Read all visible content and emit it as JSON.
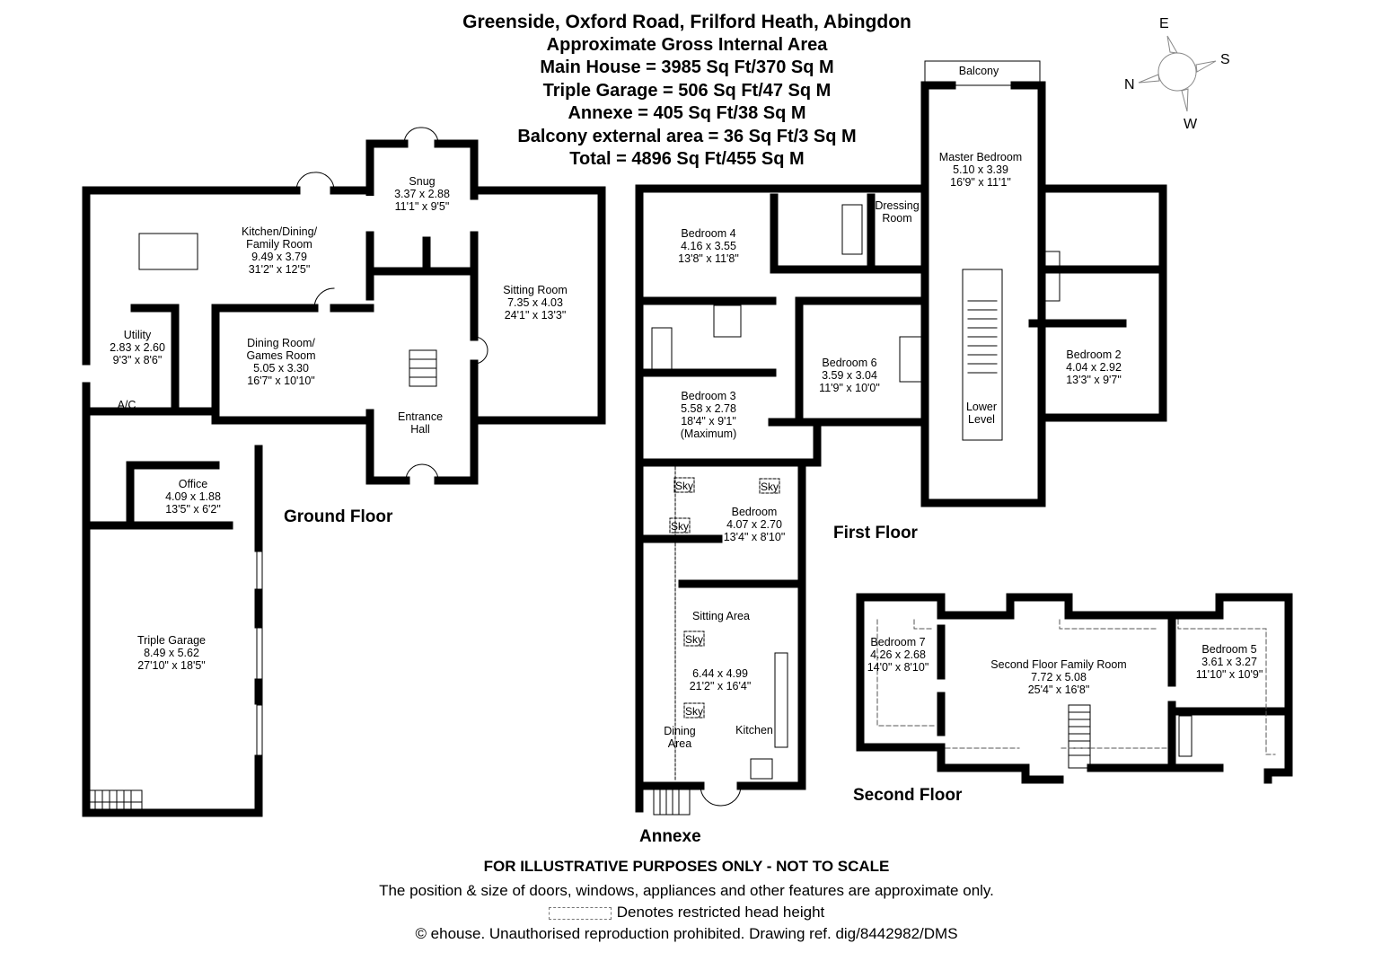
{
  "header": {
    "title": "Greenside, Oxford Road, Frilford Heath, Abingdon",
    "subtitle": "Approximate Gross Internal Area",
    "areas": [
      "Main House = 3985 Sq Ft/370 Sq M",
      "Triple Garage = 506 Sq Ft/47 Sq M",
      "Annexe = 405 Sq Ft/38 Sq M",
      "Balcony external area = 36 Sq Ft/3 Sq M",
      "Total = 4896 Sq Ft/455 Sq M"
    ]
  },
  "compass": {
    "e": "E",
    "s": "S",
    "n": "N",
    "w": "W"
  },
  "floors": {
    "ground": {
      "label": "Ground Floor",
      "rooms": {
        "kitchen": {
          "name": "Kitchen/Dining/\nFamily Room",
          "l1": "Kitchen/Dining/",
          "l2": "Family Room",
          "metric": "9.49 x 3.79",
          "imperial": "31'2\" x 12'5\""
        },
        "snug": {
          "name": "Snug",
          "metric": "3.37 x 2.88",
          "imperial": "11'1\" x 9'5\""
        },
        "sitting": {
          "name": "Sitting Room",
          "metric": "7.35 x 4.03",
          "imperial": "24'1\" x 13'3\""
        },
        "utility": {
          "name": "Utility",
          "metric": "2.83 x 2.60",
          "imperial": "9'3\" x 8'6\""
        },
        "dining": {
          "l1": "Dining Room/",
          "l2": "Games Room",
          "metric": "5.05 x 3.30",
          "imperial": "16'7\" x 10'10\""
        },
        "hall": {
          "l1": "Entrance",
          "l2": "Hall"
        },
        "ac": {
          "name": "A/C"
        },
        "office": {
          "name": "Office",
          "metric": "4.09 x 1.88",
          "imperial": "13'5\" x 6'2\""
        },
        "garage": {
          "name": "Triple Garage",
          "metric": "8.49 x 5.62",
          "imperial": "27'10\" x 18'5\""
        }
      }
    },
    "first": {
      "label": "First Floor",
      "rooms": {
        "balcony": {
          "name": "Balcony"
        },
        "master": {
          "name": "Master Bedroom",
          "metric": "5.10 x 3.39",
          "imperial": "16'9\" x 11'1\""
        },
        "dressing": {
          "l1": "Dressing",
          "l2": "Room"
        },
        "bed4": {
          "name": "Bedroom 4",
          "metric": "4.16 x 3.55",
          "imperial": "13'8\" x 11'8\""
        },
        "bed6": {
          "name": "Bedroom 6",
          "metric": "3.59 x 3.04",
          "imperial": "11'9\" x 10'0\""
        },
        "bed3": {
          "name": "Bedroom 3",
          "metric": "5.58 x 2.78",
          "imperial": "18'4\" x 9'1\"",
          "note": "(Maximum)"
        },
        "bed2": {
          "name": "Bedroom 2",
          "metric": "4.04 x 2.92",
          "imperial": "13'3\" x 9'7\""
        },
        "lower": {
          "l1": "Lower",
          "l2": "Level"
        }
      }
    },
    "annexe": {
      "label": "Annexe",
      "rooms": {
        "bedroom": {
          "name": "Bedroom",
          "metric": "4.07 x 2.70",
          "imperial": "13'4\" x 8'10\""
        },
        "sitting": {
          "name": "Sitting Area",
          "metric": "6.44 x 4.99",
          "imperial": "21'2\" x 16'4\""
        },
        "dining": {
          "l1": "Dining",
          "l2": "Area"
        },
        "kitchen": {
          "name": "Kitchen"
        },
        "sky": "Sky"
      }
    },
    "second": {
      "label": "Second Floor",
      "rooms": {
        "bed7": {
          "name": "Bedroom 7",
          "metric": "4.26 x 2.68",
          "imperial": "14'0\" x 8'10\""
        },
        "family": {
          "name": "Second Floor Family Room",
          "metric": "7.72 x 5.08",
          "imperial": "25'4\" x 16'8\""
        },
        "bed5": {
          "name": "Bedroom 5",
          "metric": "3.61 x 3.27",
          "imperial": "11'10\" x 10'9\""
        }
      }
    }
  },
  "footer": {
    "disclaimer": "FOR ILLUSTRATIVE PURPOSES ONLY - NOT TO SCALE",
    "note": "The position & size of doors, windows, appliances and other features are approximate only.",
    "legend": "Denotes restricted head height",
    "copyright": "© ehouse. Unauthorised reproduction prohibited. Drawing ref. dig/8442982/DMS"
  },
  "colors": {
    "wall": "#000000",
    "window": "#ffffff",
    "dashed": "#555555"
  }
}
